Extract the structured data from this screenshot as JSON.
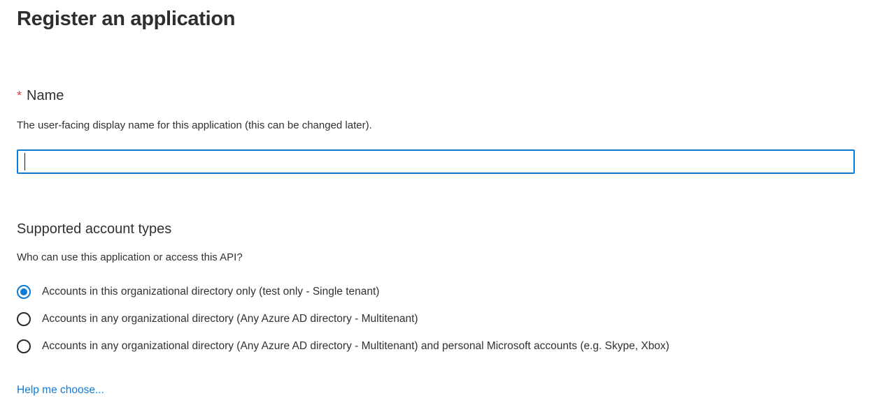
{
  "page": {
    "title": "Register an application"
  },
  "name_section": {
    "required_marker": "*",
    "label": "Name",
    "description": "The user-facing display name for this application (this can be changed later).",
    "input": {
      "value": "",
      "placeholder": "",
      "focused": true
    }
  },
  "account_types_section": {
    "heading": "Supported account types",
    "description": "Who can use this application or access this API?",
    "options": [
      {
        "label": "Accounts in this organizational directory only (test only - Single tenant)",
        "selected": true
      },
      {
        "label": "Accounts in any organizational directory (Any Azure AD directory - Multitenant)",
        "selected": false
      },
      {
        "label": "Accounts in any organizational directory (Any Azure AD directory - Multitenant) and personal Microsoft accounts (e.g. Skype, Xbox)",
        "selected": false
      }
    ],
    "help_link_label": "Help me choose..."
  },
  "colors": {
    "accent_blue": "#0b7bd8",
    "link_blue": "#0f7bd4",
    "required_red": "#e04043"
  }
}
